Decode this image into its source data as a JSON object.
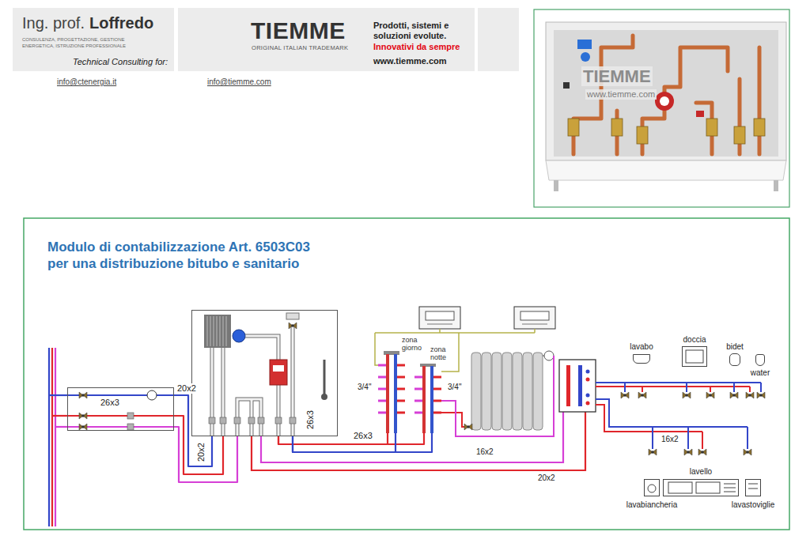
{
  "diagram": {
    "title": "Modulo di contabilizzazione Art. 6503C03 per una distribuzione bitubo e sanitario",
    "nodes": [
      {
        "text": [
          "Ing. prof.",
          "Loffredo",
          "CONSULENZA, PROGETTAZIONE, GESTIONE ENERGETICA, ISTRUZIONE PROFESSIONALE",
          "Technical Consulting for:"
        ]
      },
      {
        "text": [
          "TIEMME",
          "ORIGINAL ITALIAN TRADEMARK",
          "Prodotti, sistemi e soluzioni evolute.",
          "Innovativi da sempre",
          "www.tiemme.com"
        ]
      },
      {
        "text": [
          "26x3"
        ]
      },
      {
        "text": [
          "26x3"
        ]
      },
      {
        "text": [
          "zona giorno"
        ]
      },
      {
        "text": [
          "zona notte"
        ]
      },
      {
        "text": [
          "lavabo"
        ]
      },
      {
        "text": [
          "doccia"
        ]
      },
      {
        "text": [
          "bidet"
        ]
      },
      {
        "text": [
          "water"
        ]
      },
      {
        "text": [
          "lavello"
        ]
      },
      {
        "text": [
          "lavabiancheria"
        ]
      },
      {
        "text": [
          "lavastoviglie"
        ]
      }
    ],
    "edges": [
      {
        "from": 2,
        "to": 3,
        "arrow": "none",
        "label": "20x2"
      },
      {
        "from": 2,
        "to": 3,
        "arrow": "none"
      },
      {
        "from": 2,
        "to": 3,
        "arrow": "none"
      },
      {
        "from": 3,
        "to": 4,
        "arrow": "none",
        "label": "26x3"
      },
      {
        "from": 3,
        "to": 5,
        "arrow": "none"
      },
      {
        "from": 3,
        "to": 4,
        "arrow": "none"
      },
      {
        "from": 3,
        "to": 5,
        "arrow": "none"
      }
    ],
    "labels": [
      "info@ctenergia.it",
      "info@tiemme.com",
      "TIEMME",
      "www.tiemme.com",
      "20x2",
      "3/4\"",
      "3/4\"",
      "16x2",
      "16x2",
      "20x2"
    ]
  }
}
